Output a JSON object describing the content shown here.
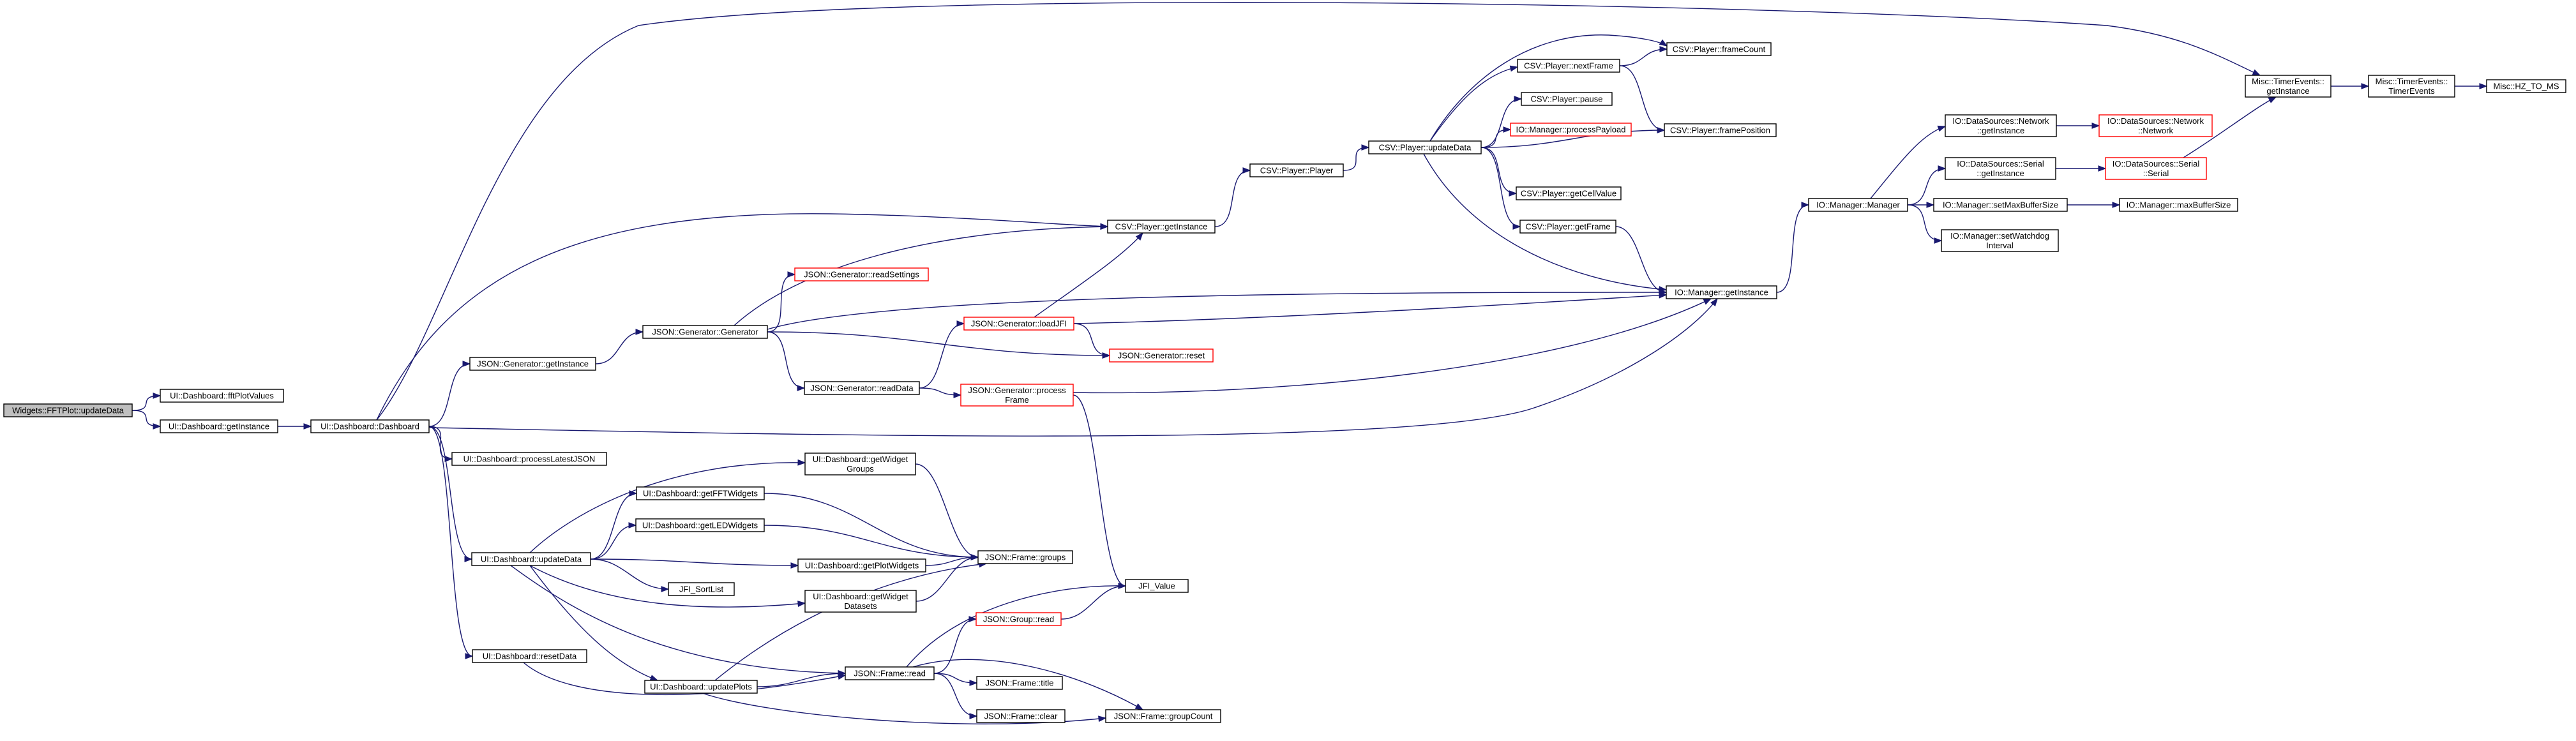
{
  "colors": {
    "edge": "#191970",
    "node_border": "#000000",
    "node_border_truncated": "#ff0000",
    "node_fill": "#ffffff",
    "root_fill": "#bfbfbf"
  },
  "nodes": [
    {
      "id": "fft_update",
      "lines": [
        "Widgets::FFTPlot::updateData"
      ],
      "style": "root"
    },
    {
      "id": "fft_values",
      "lines": [
        "UI::Dashboard::fftPlotValues"
      ],
      "style": "normal"
    },
    {
      "id": "dash_getinst",
      "lines": [
        "UI::Dashboard::getInstance"
      ],
      "style": "normal"
    },
    {
      "id": "dash_ctor",
      "lines": [
        "UI::Dashboard::Dashboard"
      ],
      "style": "normal"
    },
    {
      "id": "gen_getinst",
      "lines": [
        "JSON::Generator::getInstance"
      ],
      "style": "normal"
    },
    {
      "id": "process_latest",
      "lines": [
        "UI::Dashboard::processLatestJSON"
      ],
      "style": "normal"
    },
    {
      "id": "dash_update",
      "lines": [
        "UI::Dashboard::updateData"
      ],
      "style": "normal"
    },
    {
      "id": "dash_reset",
      "lines": [
        "UI::Dashboard::resetData"
      ],
      "style": "normal"
    },
    {
      "id": "gen_ctor",
      "lines": [
        "JSON::Generator::Generator"
      ],
      "style": "normal"
    },
    {
      "id": "gen_readsettings",
      "lines": [
        "JSON::Generator::readSettings"
      ],
      "style": "truncated"
    },
    {
      "id": "gen_readdata",
      "lines": [
        "JSON::Generator::readData"
      ],
      "style": "normal"
    },
    {
      "id": "gen_loadjfi",
      "lines": [
        "JSON::Generator::loadJFI"
      ],
      "style": "truncated"
    },
    {
      "id": "gen_reset",
      "lines": [
        "JSON::Generator::reset"
      ],
      "style": "truncated"
    },
    {
      "id": "gen_process",
      "lines": [
        "JSON::Generator::process",
        "Frame"
      ],
      "style": "truncated"
    },
    {
      "id": "csv_getinst",
      "lines": [
        "CSV::Player::getInstance"
      ],
      "style": "normal"
    },
    {
      "id": "csv_player",
      "lines": [
        "CSV::Player::Player"
      ],
      "style": "normal"
    },
    {
      "id": "csv_update",
      "lines": [
        "CSV::Player::updateData"
      ],
      "style": "normal"
    },
    {
      "id": "csv_next",
      "lines": [
        "CSV::Player::nextFrame"
      ],
      "style": "normal"
    },
    {
      "id": "csv_pause",
      "lines": [
        "CSV::Player::pause"
      ],
      "style": "normal"
    },
    {
      "id": "io_payload",
      "lines": [
        "IO::Manager::processPayload"
      ],
      "style": "truncated"
    },
    {
      "id": "csv_cell",
      "lines": [
        "CSV::Player::getCellValue"
      ],
      "style": "normal"
    },
    {
      "id": "csv_getframe",
      "lines": [
        "CSV::Player::getFrame"
      ],
      "style": "normal"
    },
    {
      "id": "csv_framecount",
      "lines": [
        "CSV::Player::frameCount"
      ],
      "style": "normal"
    },
    {
      "id": "csv_framepos",
      "lines": [
        "CSV::Player::framePosition"
      ],
      "style": "normal"
    },
    {
      "id": "io_getinst",
      "lines": [
        "IO::Manager::getInstance"
      ],
      "style": "normal"
    },
    {
      "id": "io_manager",
      "lines": [
        "IO::Manager::Manager"
      ],
      "style": "normal"
    },
    {
      "id": "net_getinst",
      "lines": [
        "IO::DataSources::Network",
        "::getInstance"
      ],
      "style": "normal"
    },
    {
      "id": "serial_getinst",
      "lines": [
        "IO::DataSources::Serial",
        "::getInstance"
      ],
      "style": "normal"
    },
    {
      "id": "io_setmax",
      "lines": [
        "IO::Manager::setMaxBufferSize"
      ],
      "style": "normal"
    },
    {
      "id": "io_watchdog",
      "lines": [
        "IO::Manager::setWatchdog",
        "Interval"
      ],
      "style": "normal"
    },
    {
      "id": "net_ctor",
      "lines": [
        "IO::DataSources::Network",
        "::Network"
      ],
      "style": "truncated"
    },
    {
      "id": "serial_ctor",
      "lines": [
        "IO::DataSources::Serial",
        "::Serial"
      ],
      "style": "truncated"
    },
    {
      "id": "io_maxbuf",
      "lines": [
        "IO::Manager::maxBufferSize"
      ],
      "style": "normal"
    },
    {
      "id": "timer_getinst",
      "lines": [
        "Misc::TimerEvents::",
        "getInstance"
      ],
      "style": "normal"
    },
    {
      "id": "timer_ctor",
      "lines": [
        "Misc::TimerEvents::",
        "TimerEvents"
      ],
      "style": "normal"
    },
    {
      "id": "hz_to_ms",
      "lines": [
        "Misc::HZ_TO_MS"
      ],
      "style": "normal"
    },
    {
      "id": "dash_groups",
      "lines": [
        "UI::Dashboard::getWidget",
        "Groups"
      ],
      "style": "normal"
    },
    {
      "id": "dash_fft",
      "lines": [
        "UI::Dashboard::getFFTWidgets"
      ],
      "style": "normal"
    },
    {
      "id": "dash_led",
      "lines": [
        "UI::Dashboard::getLEDWidgets"
      ],
      "style": "normal"
    },
    {
      "id": "dash_plot",
      "lines": [
        "UI::Dashboard::getPlotWidgets"
      ],
      "style": "normal"
    },
    {
      "id": "jfi_sort",
      "lines": [
        "JFI_SortList"
      ],
      "style": "normal"
    },
    {
      "id": "dash_datasets",
      "lines": [
        "UI::Dashboard::getWidget",
        "Datasets"
      ],
      "style": "normal"
    },
    {
      "id": "dash_plots",
      "lines": [
        "UI::Dashboard::updatePlots"
      ],
      "style": "normal"
    },
    {
      "id": "frame_groups",
      "lines": [
        "JSON::Frame::groups"
      ],
      "style": "normal"
    },
    {
      "id": "jfi_value",
      "lines": [
        "JFI_Value"
      ],
      "style": "normal"
    },
    {
      "id": "group_read",
      "lines": [
        "JSON::Group::read"
      ],
      "style": "truncated"
    },
    {
      "id": "frame_read",
      "lines": [
        "JSON::Frame::read"
      ],
      "style": "normal"
    },
    {
      "id": "frame_title",
      "lines": [
        "JSON::Frame::title"
      ],
      "style": "normal"
    },
    {
      "id": "frame_clear",
      "lines": [
        "JSON::Frame::clear"
      ],
      "style": "normal"
    },
    {
      "id": "frame_groupcount",
      "lines": [
        "JSON::Frame::groupCount"
      ],
      "style": "normal"
    }
  ],
  "edges": [
    [
      "fft_update",
      "fft_values"
    ],
    [
      "fft_update",
      "dash_getinst"
    ],
    [
      "dash_getinst",
      "dash_ctor"
    ],
    [
      "dash_ctor",
      "gen_getinst"
    ],
    [
      "dash_ctor",
      "process_latest"
    ],
    [
      "dash_ctor",
      "dash_update"
    ],
    [
      "dash_ctor",
      "dash_reset"
    ],
    [
      "dash_ctor",
      "csv_getinst"
    ],
    [
      "dash_ctor",
      "io_getinst"
    ],
    [
      "dash_ctor",
      "timer_getinst"
    ],
    [
      "gen_getinst",
      "gen_ctor"
    ],
    [
      "gen_ctor",
      "gen_readsettings"
    ],
    [
      "gen_ctor",
      "gen_readdata"
    ],
    [
      "gen_ctor",
      "gen_reset"
    ],
    [
      "gen_ctor",
      "csv_getinst"
    ],
    [
      "gen_ctor",
      "io_getinst"
    ],
    [
      "gen_readdata",
      "gen_loadjfi"
    ],
    [
      "gen_readdata",
      "gen_process"
    ],
    [
      "gen_loadjfi",
      "gen_reset"
    ],
    [
      "gen_loadjfi",
      "csv_getinst"
    ],
    [
      "gen_loadjfi",
      "io_getinst"
    ],
    [
      "gen_process",
      "io_getinst"
    ],
    [
      "gen_process",
      "jfi_value"
    ],
    [
      "csv_getinst",
      "csv_player"
    ],
    [
      "csv_player",
      "csv_update"
    ],
    [
      "csv_update",
      "csv_next"
    ],
    [
      "csv_update",
      "csv_pause"
    ],
    [
      "csv_update",
      "io_payload"
    ],
    [
      "csv_update",
      "csv_cell"
    ],
    [
      "csv_update",
      "csv_getframe"
    ],
    [
      "csv_update",
      "csv_framecount"
    ],
    [
      "csv_update",
      "csv_framepos"
    ],
    [
      "csv_update",
      "io_getinst"
    ],
    [
      "csv_next",
      "csv_framecount"
    ],
    [
      "csv_next",
      "csv_framepos"
    ],
    [
      "csv_getframe",
      "io_getinst"
    ],
    [
      "io_getinst",
      "io_manager"
    ],
    [
      "io_manager",
      "net_getinst"
    ],
    [
      "io_manager",
      "serial_getinst"
    ],
    [
      "io_manager",
      "io_setmax"
    ],
    [
      "io_manager",
      "io_watchdog"
    ],
    [
      "net_getinst",
      "net_ctor"
    ],
    [
      "serial_getinst",
      "serial_ctor"
    ],
    [
      "serial_ctor",
      "timer_getinst"
    ],
    [
      "io_setmax",
      "io_maxbuf"
    ],
    [
      "timer_getinst",
      "timer_ctor"
    ],
    [
      "timer_ctor",
      "hz_to_ms"
    ],
    [
      "dash_update",
      "dash_groups"
    ],
    [
      "dash_update",
      "dash_fft"
    ],
    [
      "dash_update",
      "dash_led"
    ],
    [
      "dash_update",
      "dash_plot"
    ],
    [
      "dash_update",
      "jfi_sort"
    ],
    [
      "dash_update",
      "dash_datasets"
    ],
    [
      "dash_update",
      "dash_plots"
    ],
    [
      "dash_update",
      "frame_read"
    ],
    [
      "dash_groups",
      "frame_groups"
    ],
    [
      "dash_fft",
      "frame_groups"
    ],
    [
      "dash_led",
      "frame_groups"
    ],
    [
      "dash_plot",
      "frame_groups"
    ],
    [
      "dash_datasets",
      "frame_groups"
    ],
    [
      "dash_plots",
      "frame_groups"
    ],
    [
      "dash_plots",
      "frame_read"
    ],
    [
      "dash_plots",
      "frame_groupcount"
    ],
    [
      "dash_reset",
      "frame_read"
    ],
    [
      "frame_read",
      "jfi_value"
    ],
    [
      "frame_read",
      "group_read"
    ],
    [
      "frame_read",
      "frame_title"
    ],
    [
      "frame_read",
      "frame_clear"
    ],
    [
      "frame_read",
      "frame_groupcount"
    ],
    [
      "group_read",
      "jfi_value"
    ]
  ]
}
